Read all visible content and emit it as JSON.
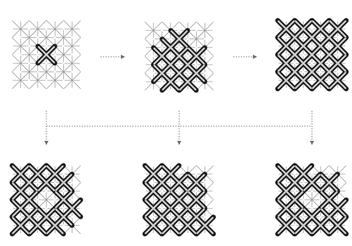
{
  "diagram": {
    "panels": [
      {
        "id": "top-left",
        "stage": "seed",
        "bold_nodes": [
          [
            0,
            0
          ]
        ]
      },
      {
        "id": "top-middle",
        "stage": "growth",
        "bold_nodes": [
          [
            0,
            0
          ],
          [
            1,
            0
          ],
          [
            0,
            1
          ],
          [
            1,
            1
          ],
          [
            -1,
            1
          ],
          [
            1,
            -1
          ],
          [
            2,
            0
          ],
          [
            0,
            2
          ],
          [
            2,
            1
          ],
          [
            -1,
            0
          ],
          [
            1,
            2
          ],
          [
            -1,
            -1
          ]
        ]
      },
      {
        "id": "top-right",
        "stage": "complete",
        "bold_nodes": "all"
      },
      {
        "id": "bottom-left",
        "stage": "variant-1",
        "bold_nodes": [
          [
            0,
            -2
          ],
          [
            -1,
            -1
          ],
          [
            1,
            -1
          ],
          [
            -2,
            0
          ],
          [
            2,
            0
          ],
          [
            -1,
            1
          ],
          [
            1,
            1
          ],
          [
            0,
            2
          ],
          [
            -2,
            -1
          ],
          [
            2,
            -1
          ],
          [
            -1,
            2
          ],
          [
            1,
            2
          ],
          [
            0,
            3
          ],
          [
            -3,
            0
          ],
          [
            -2,
            1
          ],
          [
            -1,
            -2
          ],
          [
            2,
            1
          ]
        ]
      },
      {
        "id": "bottom-middle",
        "stage": "variant-2",
        "bold_nodes": [
          [
            0,
            -2
          ],
          [
            -1,
            -1
          ],
          [
            1,
            -1
          ],
          [
            -2,
            0
          ],
          [
            2,
            0
          ],
          [
            0,
            0
          ],
          [
            -1,
            1
          ],
          [
            1,
            1
          ],
          [
            0,
            2
          ],
          [
            -2,
            1
          ],
          [
            2,
            1
          ],
          [
            -1,
            2
          ],
          [
            1,
            2
          ],
          [
            0,
            3
          ],
          [
            -3,
            0
          ],
          [
            3,
            0
          ],
          [
            -2,
            -1
          ]
        ]
      },
      {
        "id": "bottom-right",
        "stage": "variant-3",
        "bold_nodes": [
          [
            0,
            -2
          ],
          [
            -1,
            -1
          ],
          [
            1,
            -1
          ],
          [
            -2,
            0
          ],
          [
            2,
            0
          ],
          [
            -1,
            1
          ],
          [
            1,
            1
          ],
          [
            0,
            2
          ],
          [
            -2,
            1
          ],
          [
            2,
            1
          ],
          [
            -1,
            2
          ],
          [
            1,
            2
          ],
          [
            0,
            3
          ],
          [
            -3,
            0
          ],
          [
            3,
            0
          ],
          [
            -2,
            -1
          ],
          [
            2,
            -1
          ]
        ]
      }
    ],
    "connectors": {
      "horizontal": [
        "top-left-to-top-middle",
        "top-middle-to-top-right"
      ],
      "branch": [
        "bottom-left",
        "bottom-middle",
        "bottom-right"
      ]
    },
    "colors": {
      "bold": "#1e1e1e",
      "thin": "#9a9a9a",
      "connector": "#8c8c8c"
    }
  }
}
